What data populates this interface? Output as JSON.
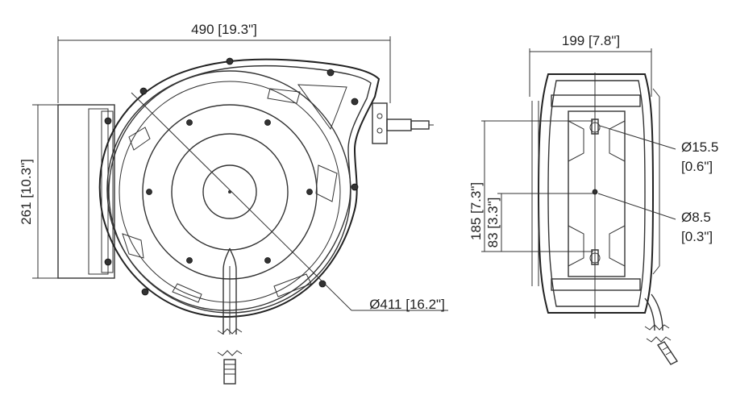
{
  "front_view": {
    "width_label": "490 [19.3\"]",
    "height_label": "261 [10.3\"]",
    "diameter_label": "Ø411 [16.2\"]"
  },
  "side_view": {
    "width_label": "199 [7.8\"]",
    "height_185_label": "185 [7.3\"]",
    "height_83_label": "83 [3.3\"]",
    "hole_large_label_1": "Ø15.5",
    "hole_large_label_2": "[0.6\"]",
    "hole_small_label_1": "Ø8.5",
    "hole_small_label_2": "[0.3\"]"
  }
}
